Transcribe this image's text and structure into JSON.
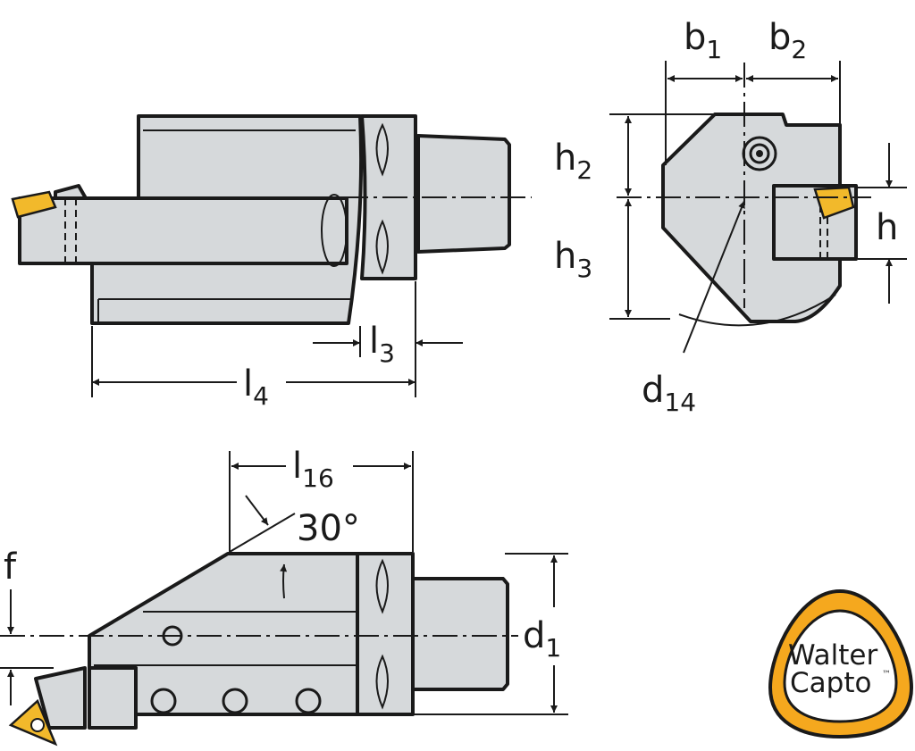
{
  "colors": {
    "body": "#d6d9db",
    "insert": "#f2b92b",
    "logo_orange": "#f5a81e",
    "line": "#1a1a1a"
  },
  "labels": {
    "b1": {
      "main": "b",
      "sub": "1"
    },
    "b2": {
      "main": "b",
      "sub": "2"
    },
    "h2": {
      "main": "h",
      "sub": "2"
    },
    "h3": {
      "main": "h",
      "sub": "3"
    },
    "h": {
      "main": "h"
    },
    "d14": {
      "main": "d",
      "sub": "14"
    },
    "l3": {
      "main": "l",
      "sub": "3"
    },
    "l4": {
      "main": "l",
      "sub": "4"
    },
    "l16": {
      "main": "l",
      "sub": "16"
    },
    "angle": "30°",
    "f": "f",
    "d1": {
      "main": "d",
      "sub": "1"
    }
  },
  "logo": {
    "line1": "Walter",
    "line2": "Capto",
    "tm": "™"
  }
}
